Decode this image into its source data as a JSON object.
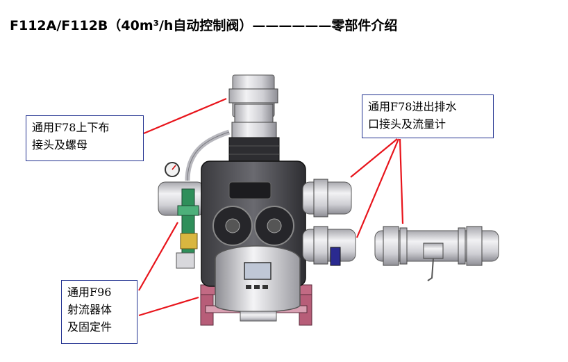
{
  "title": "F112A/F112B（40m³/h自动控制阀）——————零部件介绍",
  "callouts": {
    "top_connector": {
      "line1": "通用F78上下布",
      "line2": "接头及螺母"
    },
    "outlet_connector": {
      "line1": "通用F78进出排水",
      "line2": "口接头及流量计"
    },
    "injector": {
      "line1": "通用F96",
      "line2": "射流器体",
      "line3": "及固定件"
    }
  },
  "colors": {
    "leader_line": "#e8141b",
    "callout_border": "#1f2f8f",
    "pipe": "#d9d9dc",
    "base": "#c26a84",
    "controller_screen": "#bfc7d6"
  }
}
